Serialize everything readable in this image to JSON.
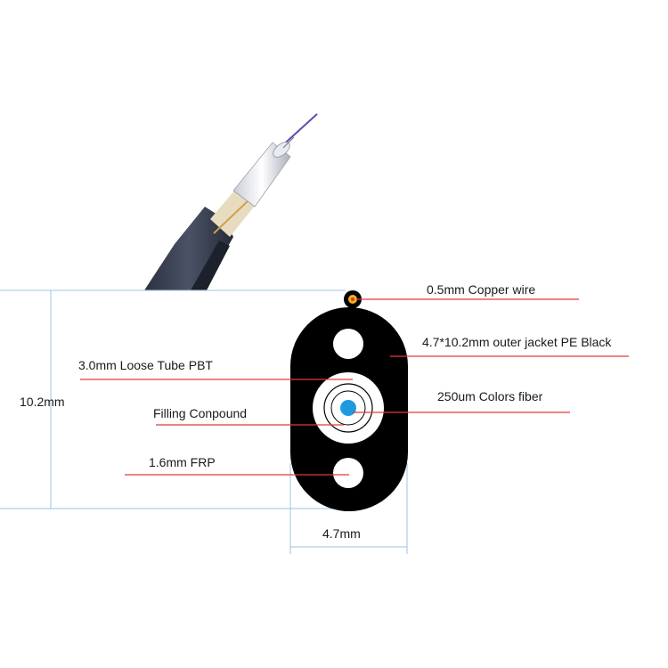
{
  "diagram": {
    "labels": {
      "copper_wire": "0.5mm Copper wire",
      "outer_jacket": "4.7*10.2mm outer jacket PE Black",
      "loose_tube": "3.0mm Loose Tube PBT",
      "color_fiber": "250um Colors fiber",
      "filling_compound": "Filling Conpound",
      "frp": "1.6mm FRP",
      "height_dim": "10.2mm",
      "width_dim": "4.7mm"
    },
    "colors": {
      "jacket": "#000000",
      "leader_line": "#e23b3b",
      "dimension_line": "#9fc3df",
      "fiber_core": "#1e9be0",
      "copper_wire": "#f2b020",
      "cable_sheath": "#3b4254"
    }
  }
}
